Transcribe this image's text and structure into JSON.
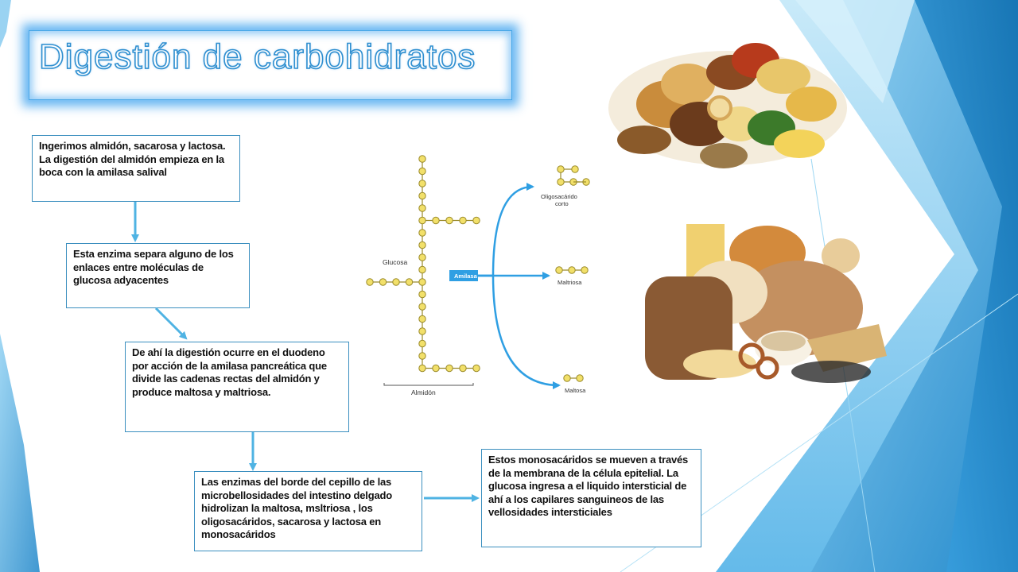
{
  "title": "Digestión de carbohidratos",
  "boxes": [
    {
      "text": "Ingerimos almidón, sacarosa y lactosa. La digestión del almidón empieza en la boca con la amilasa salival"
    },
    {
      "text": "Esta enzima separa alguno de los enlaces entre moléculas de glucosa adyacentes"
    },
    {
      "text": "De ahí la digestión ocurre en el duodeno por acción de la amilasa pancreática que divide las cadenas rectas del almidón y produce maltosa y maltriosa."
    },
    {
      "text": "Las enzimas del borde del cepillo de las microbellosidades del intestino delgado hidrolizan la maltosa, msltriosa , los oligosacáridos, sacarosa y lactosa en monosacáridos"
    },
    {
      "text": "Estos monosacáridos se mueven a través de la membrana de la célula epitelial. La glucosa ingresa a el liquido intersticial de ahí a los capilares sanguineos de las vellosidades intersticiales"
    }
  ],
  "diagram": {
    "glucosa_label": "Glucosa",
    "almidon_label": "Almidón",
    "amilasa_label": "Amilasa",
    "oligo_label_1": "Oligosacárido",
    "oligo_label_2": "corto",
    "maltriosa_label": "Maltriosa",
    "maltosa_label": "Maltosa"
  },
  "colors": {
    "accent": "#3aa3e0",
    "box_border": "#3b8fbf",
    "arrow": "#4fb3e3",
    "molecule_fill": "#f2e06a",
    "molecule_stroke": "#9a8a2a",
    "amilasa_bg": "#2f9fe3"
  }
}
